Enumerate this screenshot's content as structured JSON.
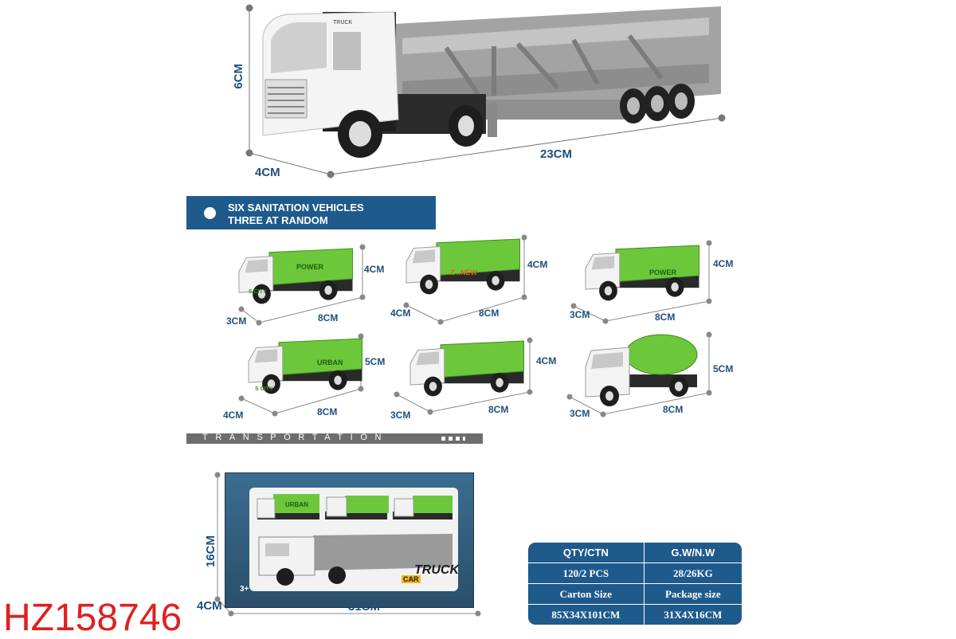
{
  "main_truck": {
    "height_label": "6CM",
    "depth_label": "4CM",
    "length_label": "23CM",
    "cab_text": "TRUCK"
  },
  "banner": {
    "line1": "SIX SANITATION VEHICLES",
    "line2": "THREE AT RANDOM"
  },
  "vehicles": [
    {
      "height": "4CM",
      "depth": "3CM",
      "length": "8CM",
      "side_text": "POWER",
      "cab_text": "S CITY"
    },
    {
      "height": "4CM",
      "depth": "4CM",
      "length": "8CM",
      "side_text": "Z ..NEW"
    },
    {
      "height": "4CM",
      "depth": "3CM",
      "length": "8CM",
      "side_text": "POWER"
    },
    {
      "height": "5CM",
      "depth": "4CM",
      "length": "8CM",
      "side_text": "URBAN",
      "cab_text": "S CITY"
    },
    {
      "height": "4CM",
      "depth": "3CM",
      "length": "8CM"
    },
    {
      "height": "5CM",
      "depth": "3CM",
      "length": "8CM"
    }
  ],
  "transport_label": "TRANSPORTATION",
  "package": {
    "height_label": "16CM",
    "depth_label": "4CM",
    "length_label": "31CM",
    "brand": "TRUCK",
    "sub_brand": "CAR",
    "age": "3+",
    "vehicle_side_text": "URBAN"
  },
  "spec_table": {
    "rows": [
      [
        "QTY/CTN",
        "G.W/N.W"
      ],
      [
        "120/2 PCS",
        "28/26KG"
      ],
      [
        "Carton Size",
        "Package size"
      ],
      [
        "85X34X101CM",
        "31X4X16CM"
      ]
    ]
  },
  "product_code": "HZ158746",
  "colors": {
    "accent_blue": "#1f5a8c",
    "vehicle_green": "#6cc83a",
    "trailer_gray": "#9a9a9a",
    "code_red": "#e02020"
  }
}
